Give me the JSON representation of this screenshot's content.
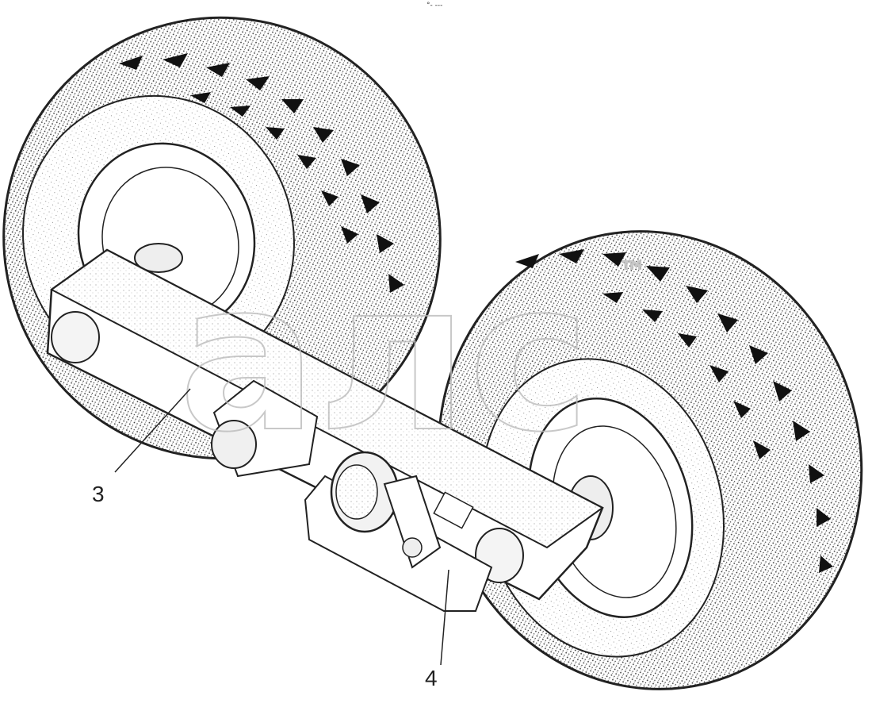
{
  "drawing": {
    "top_mark": "°- ---",
    "callouts": [
      {
        "id": "3",
        "label": "3"
      },
      {
        "id": "4",
        "label": "4"
      }
    ],
    "watermark": {
      "text": "алс",
      "trademark": "™"
    }
  },
  "colors": {
    "ink": "#222222",
    "paper": "#ffffff",
    "watermark": "#bbbbbb"
  }
}
